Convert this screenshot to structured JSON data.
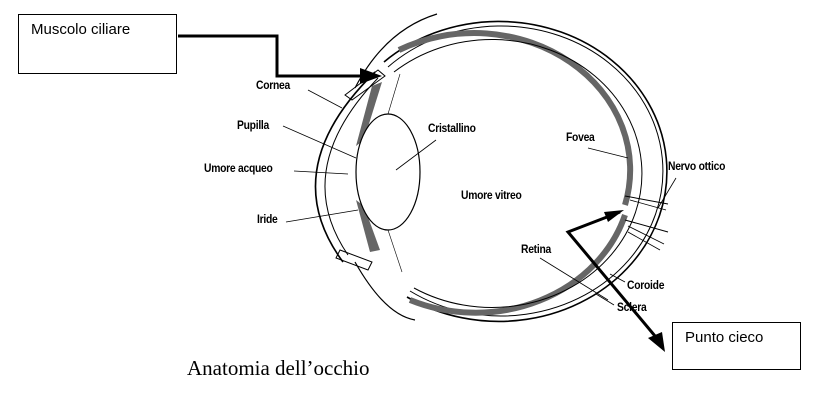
{
  "labels": {
    "cornea": "Cornea",
    "pupilla": "Pupilla",
    "umore_acqueo": "Umore acqueo",
    "iride": "Iride",
    "cristallino": "Cristallino",
    "umore_vitreo": "Umore vitreo",
    "fovea": "Fovea",
    "nervo_ottico": "Nervo ottico",
    "retina": "Retina",
    "coroide": "Coroide",
    "sclera": "Sclera"
  },
  "callouts": {
    "muscolo_ciliare": "Muscolo ciliare",
    "punto_cieco": "Punto cieco"
  },
  "caption": "Anatomia dell’occhio",
  "colors": {
    "line": "#000000",
    "tissue": "#666666",
    "background": "#ffffff"
  }
}
